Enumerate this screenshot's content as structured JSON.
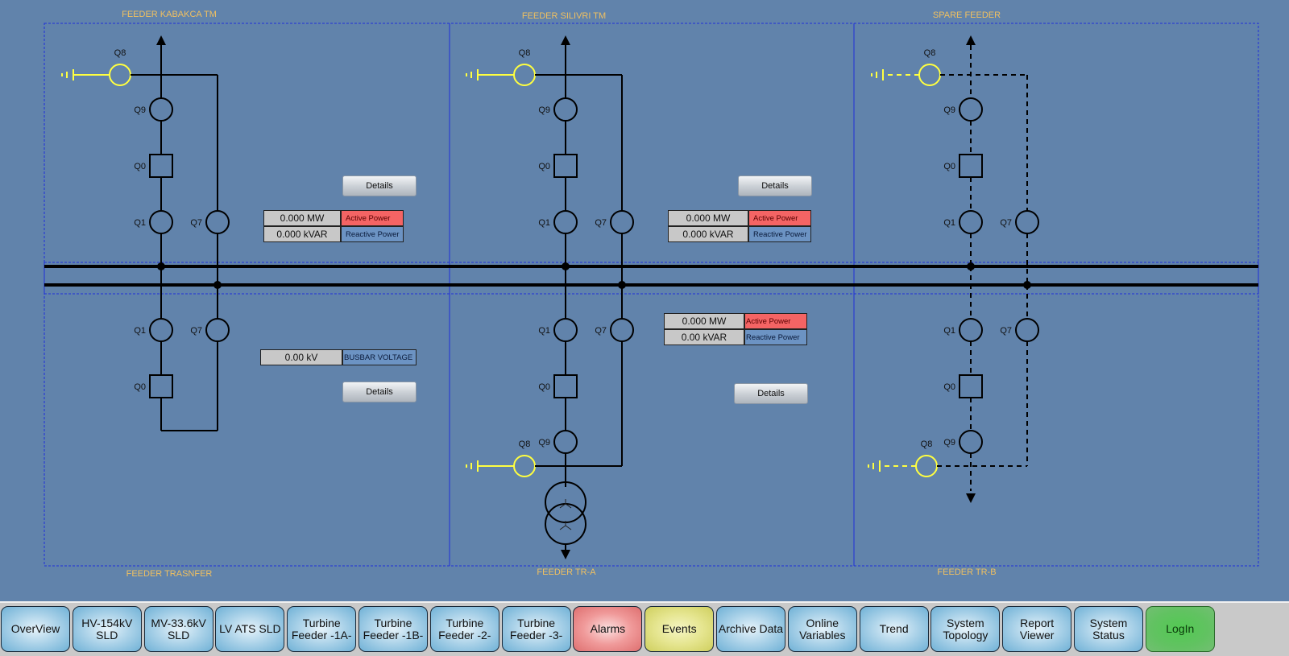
{
  "feeders": {
    "top": [
      {
        "id": "kabakca",
        "title": "FEEDER KABAKCA TM",
        "style": "solid"
      },
      {
        "id": "silivri",
        "title": "FEEDER SILIVRI TM",
        "style": "solid"
      },
      {
        "id": "spare",
        "title": "SPARE FEEDER",
        "style": "dashed"
      }
    ],
    "bottom": [
      {
        "id": "transfer",
        "title": "FEEDER TRASNFER",
        "style": "solid"
      },
      {
        "id": "tra",
        "title": "FEEDER TR-A",
        "style": "solid"
      },
      {
        "id": "trb",
        "title": "FEEDER TR-B",
        "style": "dashed"
      }
    ]
  },
  "switch_labels": {
    "q8": "Q8",
    "q9": "Q9",
    "q0": "Q0",
    "q1": "Q1",
    "q7": "Q7"
  },
  "measurements": {
    "kabakca": {
      "active_value": "0.000 MW",
      "active_label": "Active Power",
      "reactive_value": "0.000 kVAR",
      "reactive_label": "Reactive Power"
    },
    "silivri": {
      "active_value": "0.000 MW",
      "active_label": "Active Power",
      "reactive_value": "0.000 kVAR",
      "reactive_label": "Reactive Power"
    },
    "tra": {
      "active_value": "0.000 MW",
      "active_label": "Active Power",
      "reactive_value": "0.00 kVAR",
      "reactive_label": "Reactive Power"
    },
    "busbar": {
      "value": "0.00 kV",
      "label": "BUSBAR VOLTAGE"
    }
  },
  "buttons": {
    "details": "Details"
  },
  "colors": {
    "background": "#6183ab",
    "earth_switch": "#ffff40",
    "line": "#000000",
    "active_power": "#f46464",
    "reactive_power": "#6c93c3",
    "title": "#f0c060",
    "frame": "#1e2fd8"
  },
  "navbar": [
    {
      "id": "overview",
      "label": "OverView",
      "type": "normal"
    },
    {
      "id": "hv-154kv-sld",
      "label": "HV-154kV\nSLD",
      "type": "normal"
    },
    {
      "id": "mv-33-6kv-sld",
      "label": "MV-33.6kV\nSLD",
      "type": "normal"
    },
    {
      "id": "lv-ats-sld",
      "label": "LV ATS SLD",
      "type": "normal"
    },
    {
      "id": "turbine-feeder-1a",
      "label": "Turbine\nFeeder -1A-",
      "type": "normal"
    },
    {
      "id": "turbine-feeder-1b",
      "label": "Turbine\nFeeder -1B-",
      "type": "normal"
    },
    {
      "id": "turbine-feeder-2",
      "label": "Turbine\nFeeder -2-",
      "type": "normal"
    },
    {
      "id": "turbine-feeder-3",
      "label": "Turbine\nFeeder -3-",
      "type": "normal"
    },
    {
      "id": "alarms",
      "label": "Alarms",
      "type": "alarm"
    },
    {
      "id": "events",
      "label": "Events",
      "type": "event"
    },
    {
      "id": "archive-data",
      "label": "Archive Data",
      "type": "normal"
    },
    {
      "id": "online-variables",
      "label": "Online\nVariables",
      "type": "normal"
    },
    {
      "id": "trend",
      "label": "Trend",
      "type": "normal"
    },
    {
      "id": "system-topology",
      "label": "System\nTopology",
      "type": "normal"
    },
    {
      "id": "report-viewer",
      "label": "Report\nViewer",
      "type": "normal"
    },
    {
      "id": "system-status",
      "label": "System\nStatus",
      "type": "normal"
    },
    {
      "id": "login",
      "label": "LogIn",
      "type": "login"
    }
  ]
}
